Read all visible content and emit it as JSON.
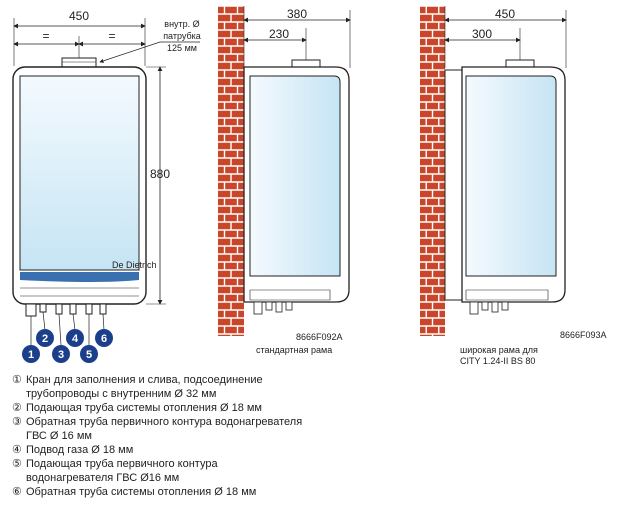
{
  "front_view": {
    "width_dim": "450",
    "half_left": "=",
    "half_right": "=",
    "height_dim": "880",
    "pipe_note_line1": "внутр. Ø",
    "pipe_note_line2": "патрубка",
    "pipe_note_line3": "125 мм",
    "brand": "De Dietrich",
    "connectors": [
      "1",
      "2",
      "3",
      "4",
      "5",
      "6"
    ]
  },
  "side_view_standard": {
    "depth_dim": "380",
    "flue_dim": "230",
    "code": "8666F092A",
    "caption": "стандартная рама"
  },
  "side_view_wide": {
    "depth_dim": "450",
    "flue_dim": "300",
    "code": "8666F093A",
    "caption_line1": "широкая рама для",
    "caption_line2": "CITY 1.24-II BS 80"
  },
  "legend": [
    {
      "num": "①",
      "text": "Кран для заполнения и слива, подсоединение\nтрубопроводы с внутренним Ø 32 мм"
    },
    {
      "num": "②",
      "text": "Подающая труба системы отопления Ø 18 мм"
    },
    {
      "num": "③",
      "text": "Обратная труба первичного контура водонагревателя\nГВС Ø 16 мм"
    },
    {
      "num": "④",
      "text": "Подвод газа Ø 18 мм"
    },
    {
      "num": "⑤",
      "text": "Подающая труба первичного контура\nводонагревателя ГВС Ø16 мм"
    },
    {
      "num": "⑥",
      "text": "Обратная труба системы отопления Ø 18 мм"
    }
  ],
  "colors": {
    "brick": "#c9462a",
    "mortar": "#ffffff",
    "boiler_panel_top": "#eef7fc",
    "boiler_panel_bottom": "#c8e6f5",
    "badge": "#1c3f8c",
    "stripe": "#3a6fb0"
  }
}
